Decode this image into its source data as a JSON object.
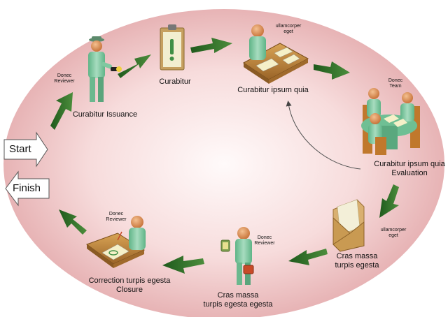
{
  "buttons": {
    "start": "Start",
    "finish": "Finish"
  },
  "stages": {
    "issuance": {
      "role": [
        "Donec",
        "Reviewer"
      ],
      "title": [
        "Curabitur Issuance"
      ]
    },
    "curabitur": {
      "title": [
        "Curabitur"
      ]
    },
    "ipsum": {
      "role": [
        "ullamcorper",
        "eget"
      ],
      "title": [
        "Curabitur ipsum quia"
      ]
    },
    "evaluation": {
      "role": [
        "Donec",
        "Team"
      ],
      "title": [
        "Curabitur ipsum quia",
        "Evaluation"
      ]
    },
    "cras_envelope": {
      "role": [
        "ullamcorper",
        "eget"
      ],
      "title": [
        "Cras massa",
        "turpis egesta"
      ]
    },
    "cras_reviewer": {
      "role": [
        "Donec",
        "Reviewer"
      ],
      "title": [
        "Cras massa",
        "turpis egesta egesta"
      ]
    },
    "correction": {
      "role": [
        "Donec",
        "Reviewer"
      ],
      "title": [
        "Correction turpis egesta",
        "Closure"
      ]
    }
  },
  "colors": {
    "ellipse_center": "#fdf4f4",
    "ellipse_edge": "#e8b4b6",
    "arrow": "#2f6b2a",
    "figure_body": "#7fc8a0",
    "figure_head": "#e09a5a",
    "desk": "#c08840",
    "paper": "#f5f0c8"
  }
}
